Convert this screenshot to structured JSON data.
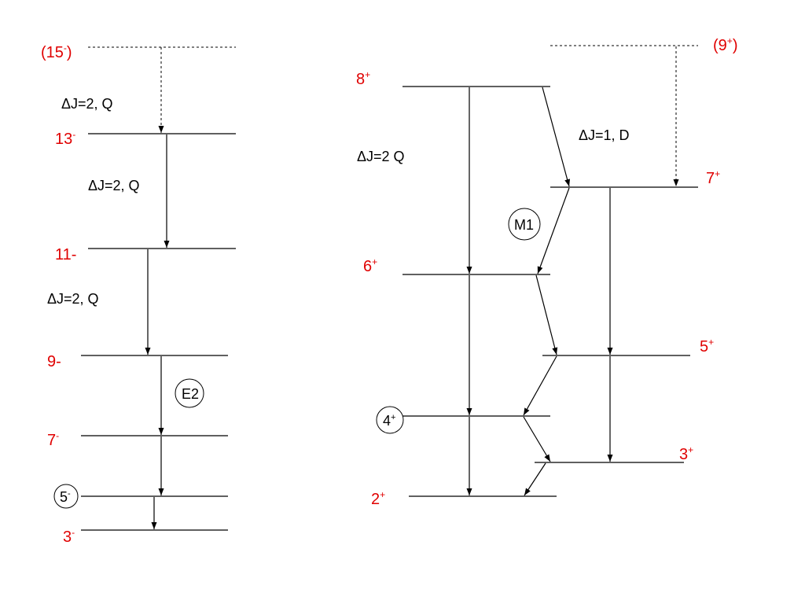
{
  "left_band": {
    "levels": {
      "l15": {
        "label": "(15",
        "sup": "-",
        "suffix": ")"
      },
      "l13": {
        "label": "13",
        "sup": "-"
      },
      "l11": {
        "label": "11-"
      },
      "l9": {
        "label": "9-"
      },
      "l7": {
        "label": "7",
        "sup": "-"
      },
      "l5": {
        "label": "5",
        "sup": "-"
      },
      "l3": {
        "label": "3",
        "sup": "-"
      }
    },
    "transitions": {
      "t15_13": "ΔJ=2, Q",
      "t13_11": "ΔJ=2, Q",
      "t11_9": "ΔJ=2, Q"
    },
    "multipolarity": "E2"
  },
  "right_band": {
    "levels": {
      "l9": {
        "label": "(9",
        "sup": "+",
        "suffix": ")"
      },
      "l8": {
        "label": "8",
        "sup": "+"
      },
      "l7": {
        "label": "7",
        "sup": "+"
      },
      "l6": {
        "label": "6",
        "sup": "+"
      },
      "l5": {
        "label": "5",
        "sup": "+"
      },
      "l4": {
        "label": "4",
        "sup": "+"
      },
      "l3": {
        "label": "3",
        "sup": "+"
      },
      "l2": {
        "label": "2",
        "sup": "+"
      }
    },
    "transitions": {
      "quad": "ΔJ=2 Q",
      "dipole": "ΔJ=1, D"
    },
    "multipolarity": "M1"
  }
}
